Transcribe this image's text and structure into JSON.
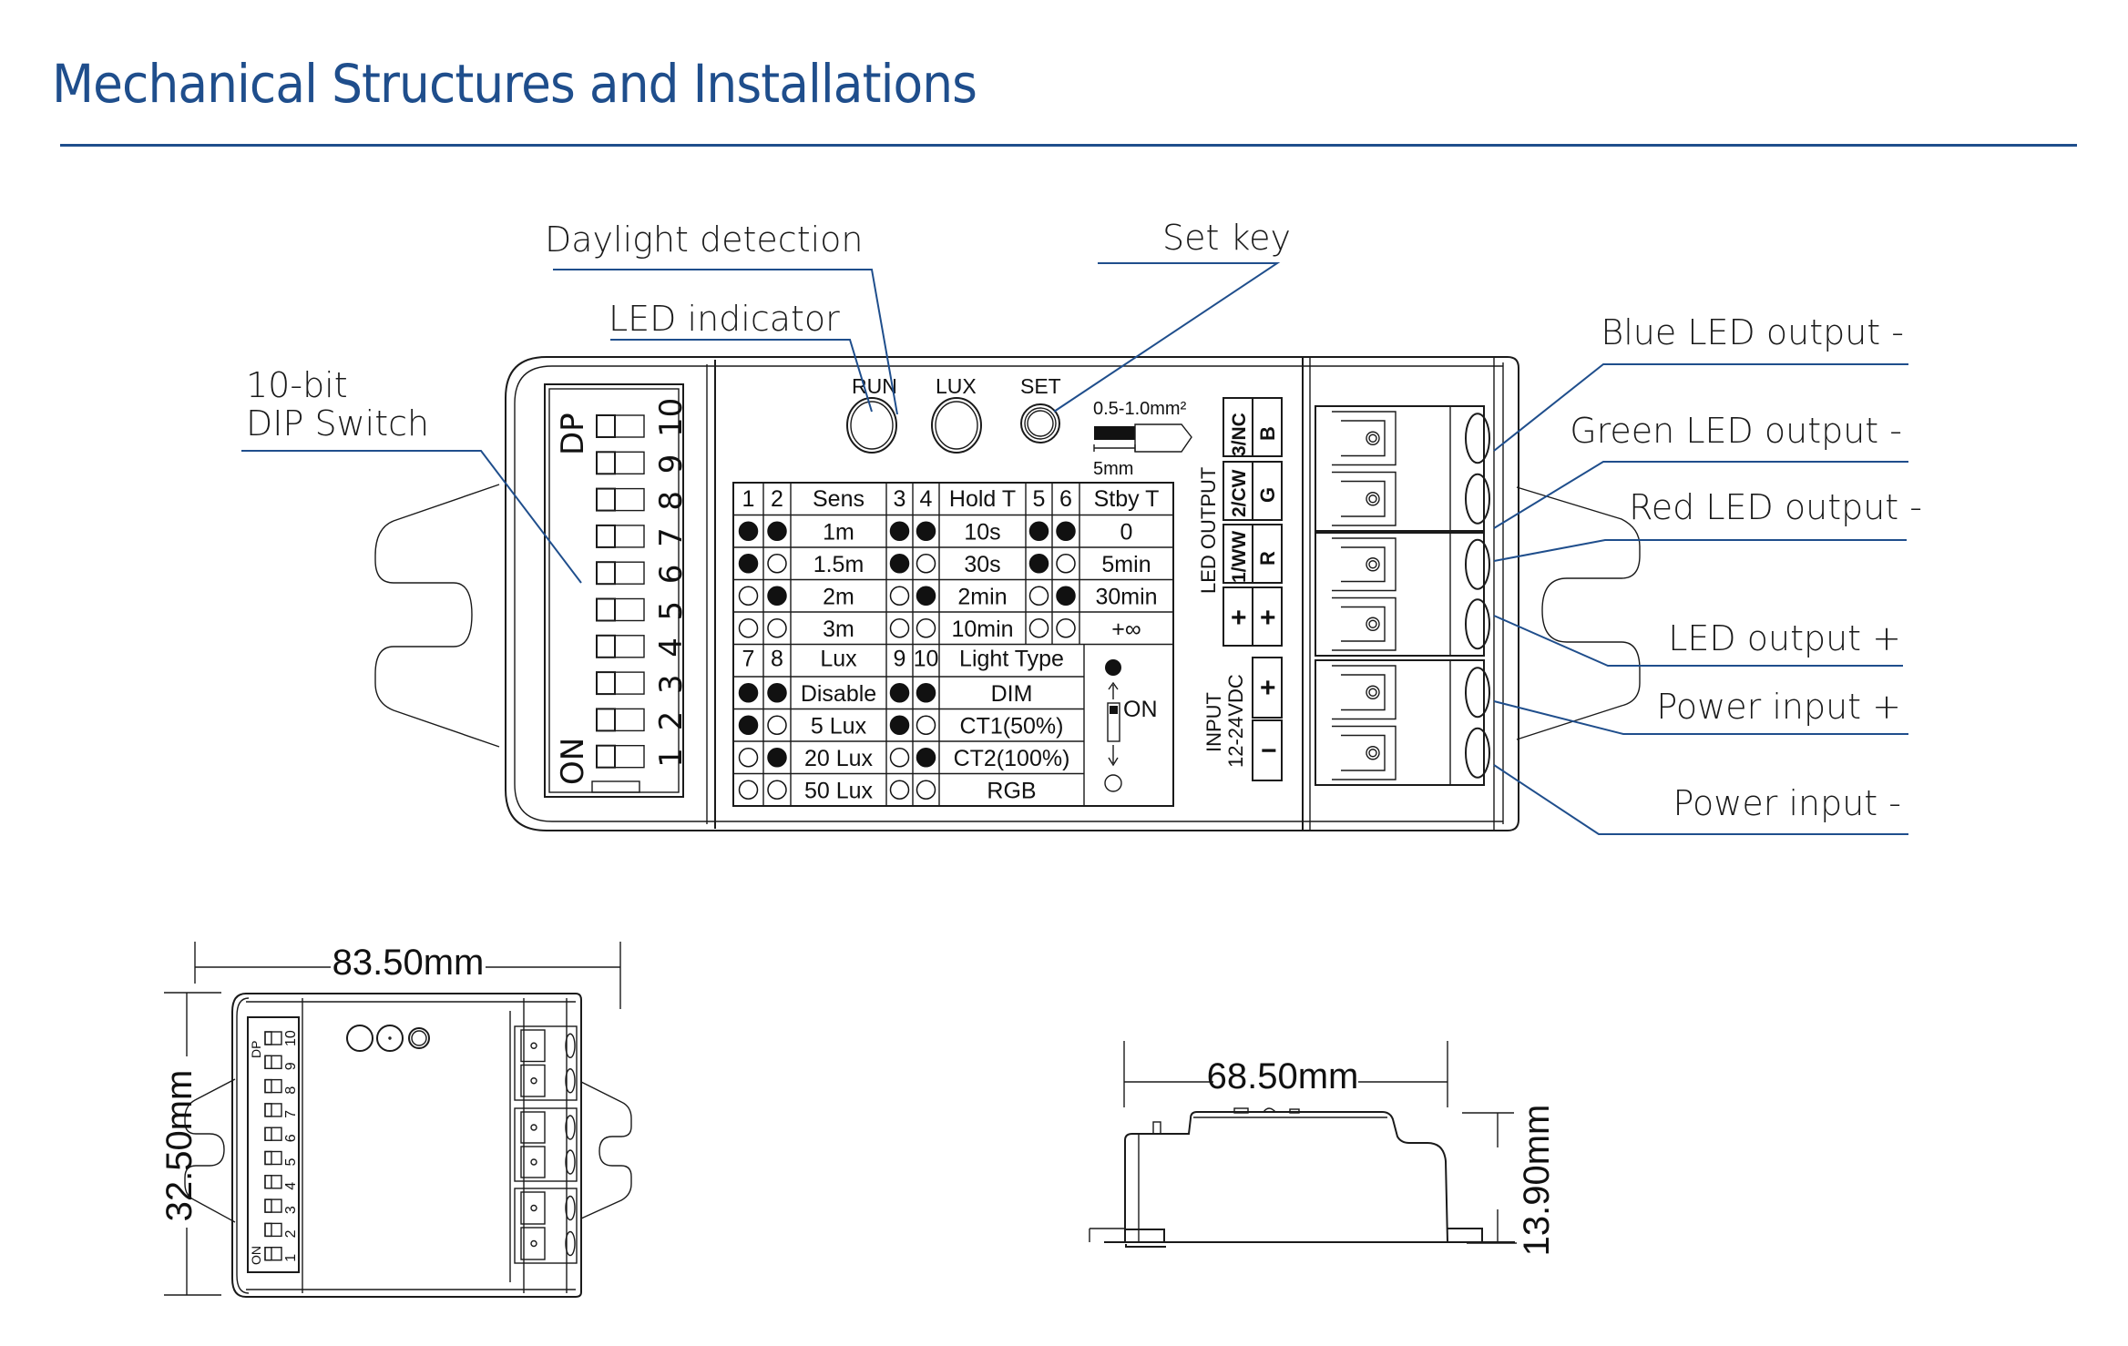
{
  "title": "Mechanical Structures and Installations",
  "callouts": {
    "daylight_detection": "Daylight detection",
    "set_key": "Set key",
    "led_indicator": "LED indicator",
    "dip_switch_line1": "10-bit",
    "dip_switch_line2": "DIP Switch",
    "blue_led_output": "Blue LED output -",
    "green_led_output": "Green LED output -",
    "red_led_output": "Red LED output -",
    "led_output_plus": "LED output +",
    "power_input_plus": "Power input +",
    "power_input_minus": "Power input -"
  },
  "device": {
    "indicators": [
      "RUN",
      "LUX",
      "SET"
    ],
    "dip": {
      "top_label": "DP",
      "bottom_label": "ON",
      "numbers": [
        "1",
        "2",
        "3",
        "4",
        "5",
        "6",
        "7",
        "8",
        "9",
        "10"
      ]
    },
    "wire": {
      "gauge": "0.5-1.0mm²",
      "strip_length": "5mm"
    },
    "terminals": {
      "led_output_label": "LED OUTPUT",
      "input_label_line1": "INPUT",
      "input_label_line2": "12-24VDC",
      "led_col_ct": [
        "3/NC",
        "2/CW",
        "1/WW",
        "+"
      ],
      "led_col_rgb": [
        "B",
        "G",
        "R",
        "+"
      ],
      "input_pins": [
        "+",
        "−"
      ]
    }
  },
  "dip_table": {
    "header1": [
      "1",
      "2",
      "Sens",
      "3",
      "4",
      "Hold T",
      "5",
      "6",
      "Stby T"
    ],
    "rows1": [
      {
        "a": [
          1,
          1
        ],
        "sens": "1m",
        "b": [
          1,
          1
        ],
        "hold": "10s",
        "c": [
          1,
          1
        ],
        "stby": "0"
      },
      {
        "a": [
          1,
          0
        ],
        "sens": "1.5m",
        "b": [
          1,
          0
        ],
        "hold": "30s",
        "c": [
          1,
          0
        ],
        "stby": "5min"
      },
      {
        "a": [
          0,
          1
        ],
        "sens": "2m",
        "b": [
          0,
          1
        ],
        "hold": "2min",
        "c": [
          0,
          1
        ],
        "stby": "30min"
      },
      {
        "a": [
          0,
          0
        ],
        "sens": "3m",
        "b": [
          0,
          0
        ],
        "hold": "10min",
        "c": [
          0,
          0
        ],
        "stby": "+∞"
      }
    ],
    "header2": [
      "7",
      "8",
      "Lux",
      "9",
      "10",
      "Light Type"
    ],
    "rows2": [
      {
        "a": [
          1,
          1
        ],
        "lux": "Disable",
        "b": [
          1,
          1
        ],
        "type": "DIM"
      },
      {
        "a": [
          1,
          0
        ],
        "lux": "5 Lux",
        "b": [
          1,
          0
        ],
        "type": "CT1(50%)"
      },
      {
        "a": [
          0,
          1
        ],
        "lux": "20 Lux",
        "b": [
          0,
          1
        ],
        "type": "CT2(100%)"
      },
      {
        "a": [
          0,
          0
        ],
        "lux": "50 Lux",
        "b": [
          0,
          0
        ],
        "type": "RGB"
      }
    ],
    "legend_on": "ON"
  },
  "dimensions": {
    "length": "83.50mm",
    "width": "32.50mm",
    "side_length": "68.50mm",
    "height": "13.90mm"
  },
  "colors": {
    "accent": "#1f4e8c",
    "line": "#1a1a1a"
  }
}
